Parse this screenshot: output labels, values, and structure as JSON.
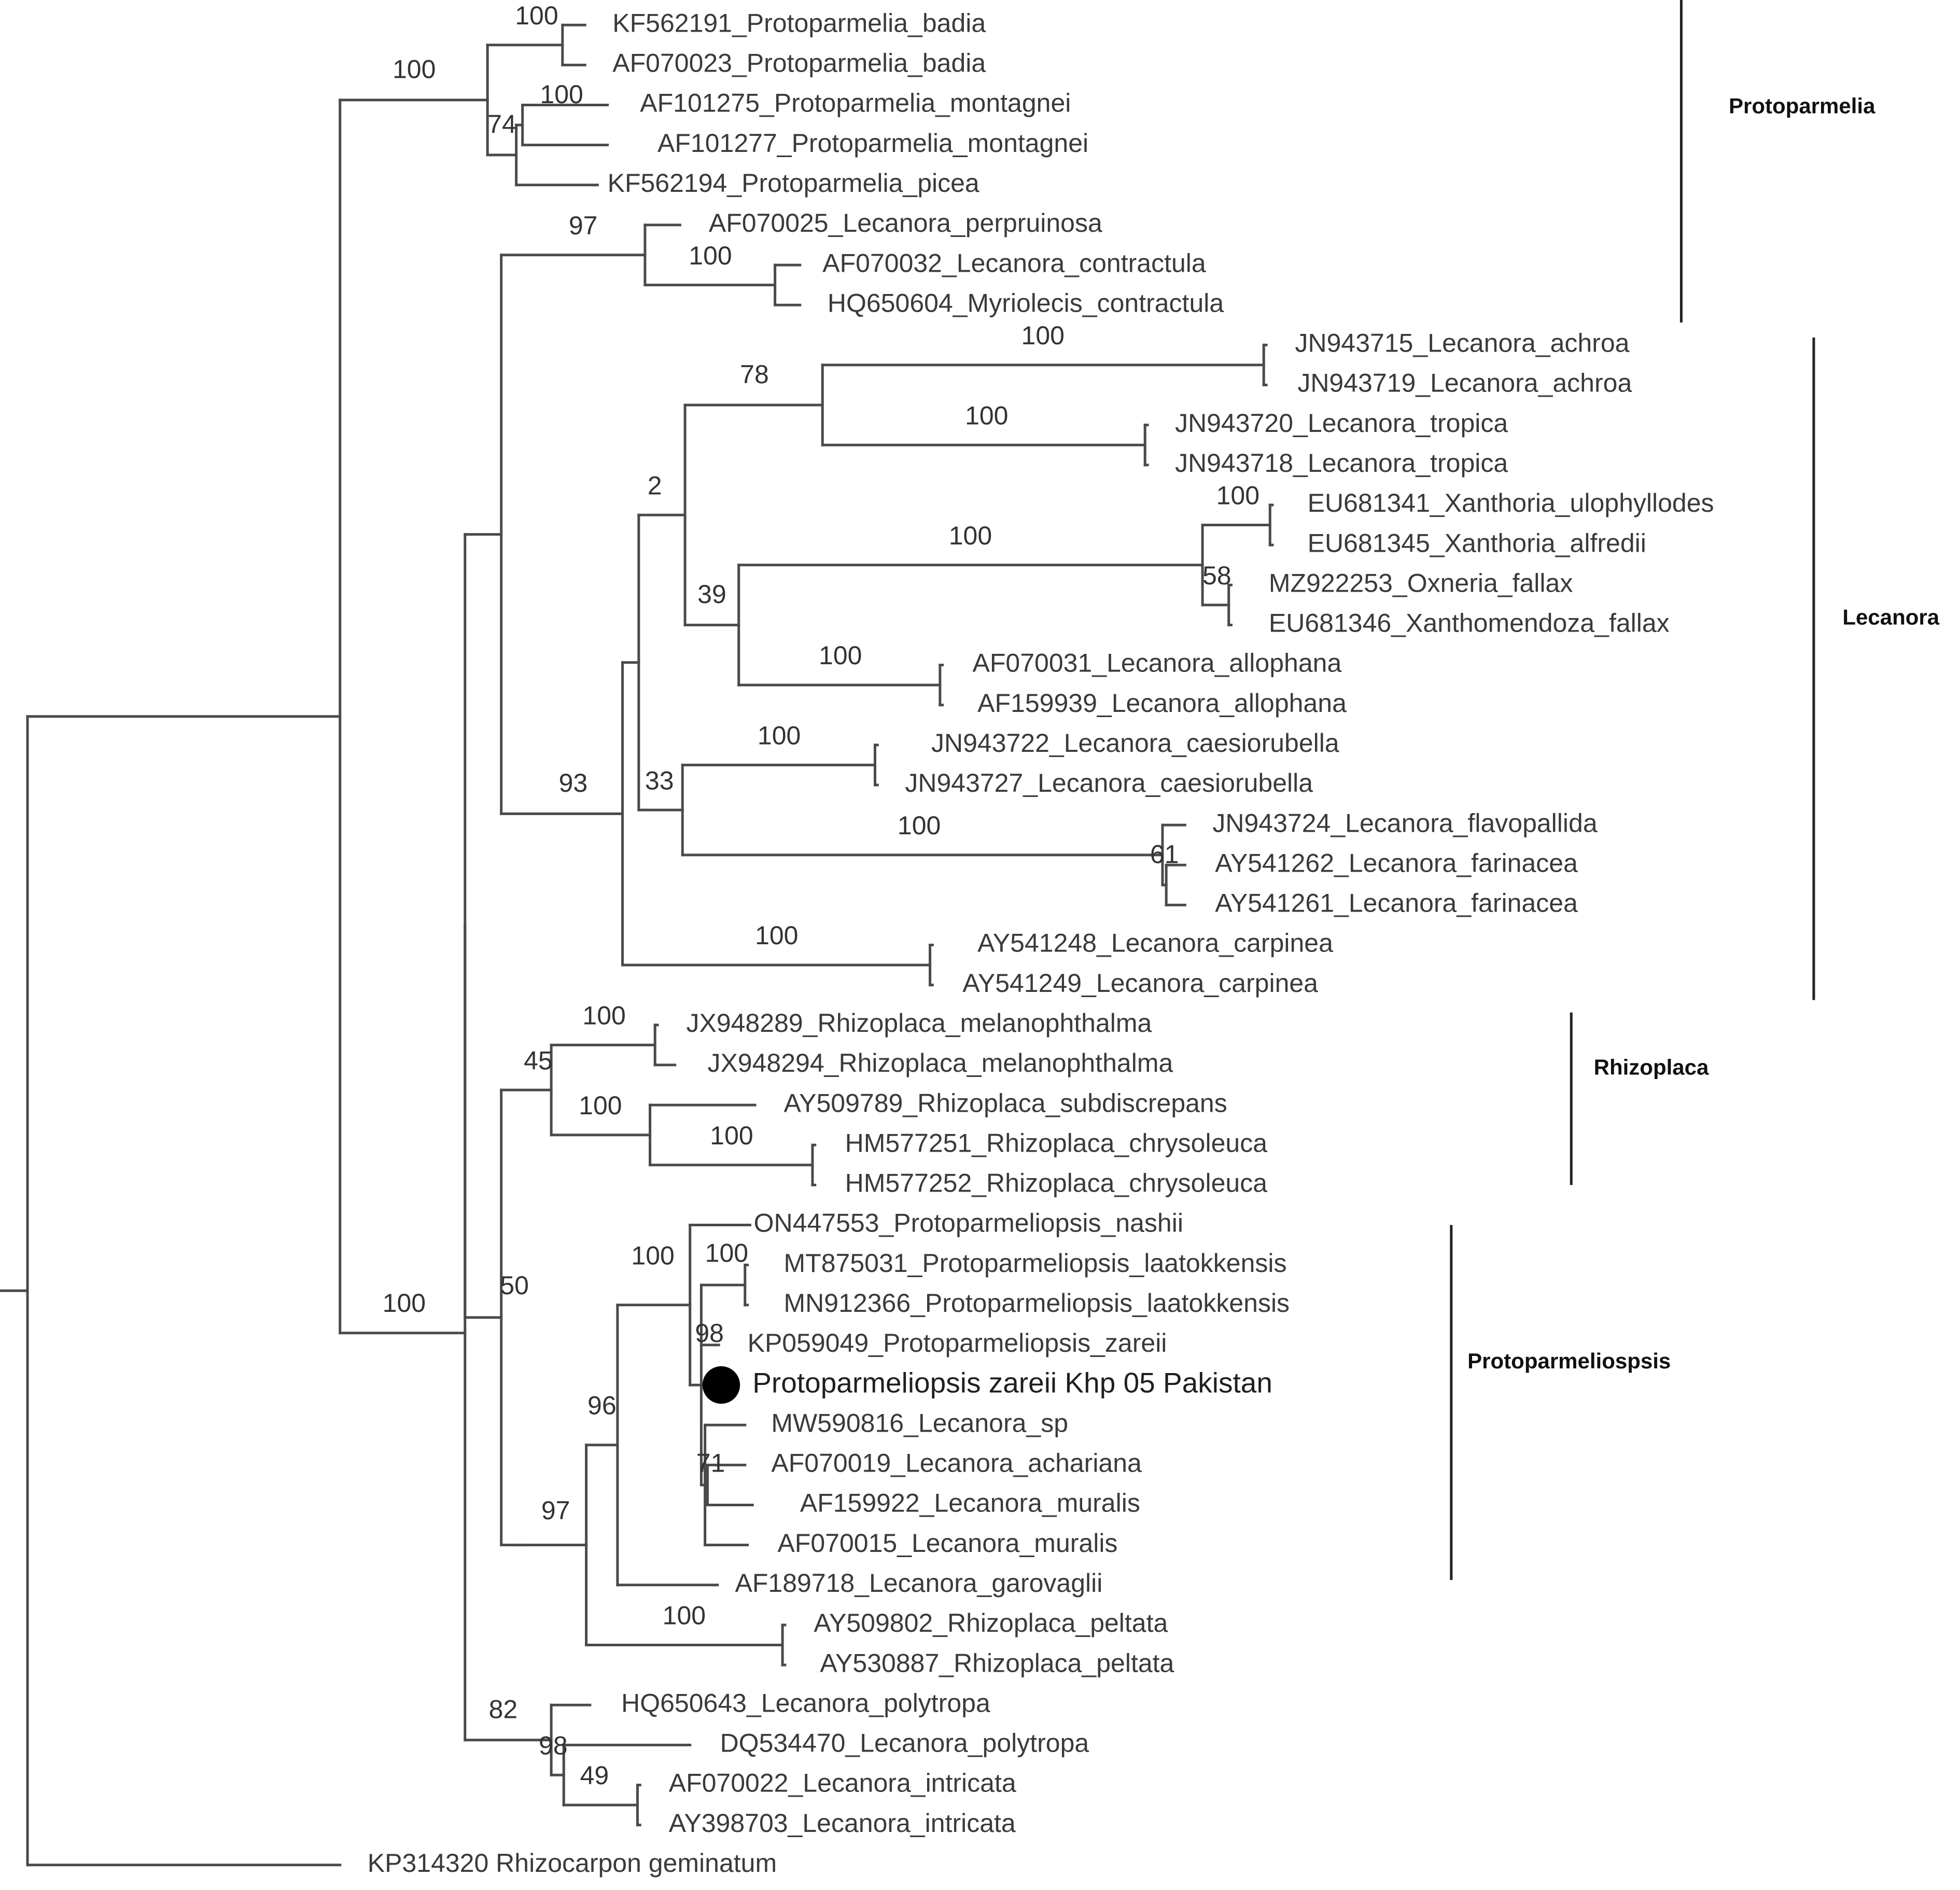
{
  "colors": {
    "line": "#4a4a4a",
    "text": "#3a3a3a",
    "marker": "#000000"
  },
  "marker_icon": "filled-circle-icon",
  "taxa": [
    {
      "id": "t1",
      "label": "KF562191_Protoparmelia_badia"
    },
    {
      "id": "t2",
      "label": "AF070023_Protoparmelia_badia"
    },
    {
      "id": "t3",
      "label": "AF101275_Protoparmelia_montagnei"
    },
    {
      "id": "t4",
      "label": "AF101277_Protoparmelia_montagnei"
    },
    {
      "id": "t5",
      "label": "KF562194_Protoparmelia_picea"
    },
    {
      "id": "t6",
      "label": "AF070025_Lecanora_perpruinosa"
    },
    {
      "id": "t7",
      "label": "AF070032_Lecanora_contractula"
    },
    {
      "id": "t8",
      "label": "HQ650604_Myriolecis_contractula"
    },
    {
      "id": "t9",
      "label": "JN943715_Lecanora_achroa"
    },
    {
      "id": "t10",
      "label": "JN943719_Lecanora_achroa"
    },
    {
      "id": "t11",
      "label": "JN943720_Lecanora_tropica"
    },
    {
      "id": "t12",
      "label": "JN943718_Lecanora_tropica"
    },
    {
      "id": "t13",
      "label": "EU681341_Xanthoria_ulophyllodes"
    },
    {
      "id": "t14",
      "label": "EU681345_Xanthoria_alfredii"
    },
    {
      "id": "t15",
      "label": "MZ922253_Oxneria_fallax"
    },
    {
      "id": "t16",
      "label": "EU681346_Xanthomendoza_fallax"
    },
    {
      "id": "t17",
      "label": "AF070031_Lecanora_allophana"
    },
    {
      "id": "t18",
      "label": "AF159939_Lecanora_allophana"
    },
    {
      "id": "t19",
      "label": "JN943722_Lecanora_caesiorubella"
    },
    {
      "id": "t20",
      "label": "JN943727_Lecanora_caesiorubella"
    },
    {
      "id": "t21",
      "label": "JN943724_Lecanora_flavopallida"
    },
    {
      "id": "t22",
      "label": "AY541262_Lecanora_farinacea"
    },
    {
      "id": "t23",
      "label": "AY541261_Lecanora_farinacea"
    },
    {
      "id": "t24",
      "label": "AY541248_Lecanora_carpinea"
    },
    {
      "id": "t25",
      "label": "AY541249_Lecanora_carpinea"
    },
    {
      "id": "t26",
      "label": "JX948289_Rhizoplaca_melanophthalma"
    },
    {
      "id": "t27",
      "label": "JX948294_Rhizoplaca_melanophthalma"
    },
    {
      "id": "t28",
      "label": "AY509789_Rhizoplaca_subdiscrepans"
    },
    {
      "id": "t29",
      "label": "HM577251_Rhizoplaca_chrysoleuca"
    },
    {
      "id": "t30",
      "label": "HM577252_Rhizoplaca_chrysoleuca"
    },
    {
      "id": "t31",
      "label": "ON447553_Protoparmeliopsis_nashii"
    },
    {
      "id": "t32",
      "label": "MT875031_Protoparmeliopsis_laatokkensis"
    },
    {
      "id": "t33",
      "label": "MN912366_Protoparmeliopsis_laatokkensis"
    },
    {
      "id": "t34",
      "label": "KP059049_Protoparmeliopsis_zareii"
    },
    {
      "id": "t35",
      "label": "Protoparmeliopsis zareii Khp 05 Pakistan",
      "highlight": true
    },
    {
      "id": "t36",
      "label": "MW590816_Lecanora_sp"
    },
    {
      "id": "t37",
      "label": "AF070019_Lecanora_achariana"
    },
    {
      "id": "t38",
      "label": "AF159922_Lecanora_muralis"
    },
    {
      "id": "t39",
      "label": "AF070015_Lecanora_muralis"
    },
    {
      "id": "t40",
      "label": "AF189718_Lecanora_garovaglii"
    },
    {
      "id": "t41",
      "label": "AY509802_Rhizoplaca_peltata"
    },
    {
      "id": "t42",
      "label": "AY530887_Rhizoplaca_peltata"
    },
    {
      "id": "t43",
      "label": "HQ650643_Lecanora_polytropa"
    },
    {
      "id": "t44",
      "label": "DQ534470_Lecanora_polytropa"
    },
    {
      "id": "t45",
      "label": "AF070022_Lecanora_intricata"
    },
    {
      "id": "t46",
      "label": "AY398703_Lecanora_intricata"
    },
    {
      "id": "t47",
      "label": "KP314320 Rhizocarpon geminatum"
    }
  ],
  "support_values": [
    "100",
    "100",
    "100",
    "74",
    "97",
    "100",
    "100",
    "78",
    "100",
    "2",
    "100",
    "100",
    "58",
    "39",
    "100",
    "100",
    "33",
    "100",
    "61",
    "93",
    "100",
    "100",
    "45",
    "100",
    "100",
    "100",
    "100",
    "98",
    "71",
    "96",
    "50",
    "97",
    "100",
    "82",
    "98",
    "49",
    "100"
  ],
  "clades": [
    {
      "label": "Protoparmelia"
    },
    {
      "label": "Lecanora"
    },
    {
      "label": "Rhizoplaca"
    },
    {
      "label": "Protoparmeliospsis"
    }
  ]
}
